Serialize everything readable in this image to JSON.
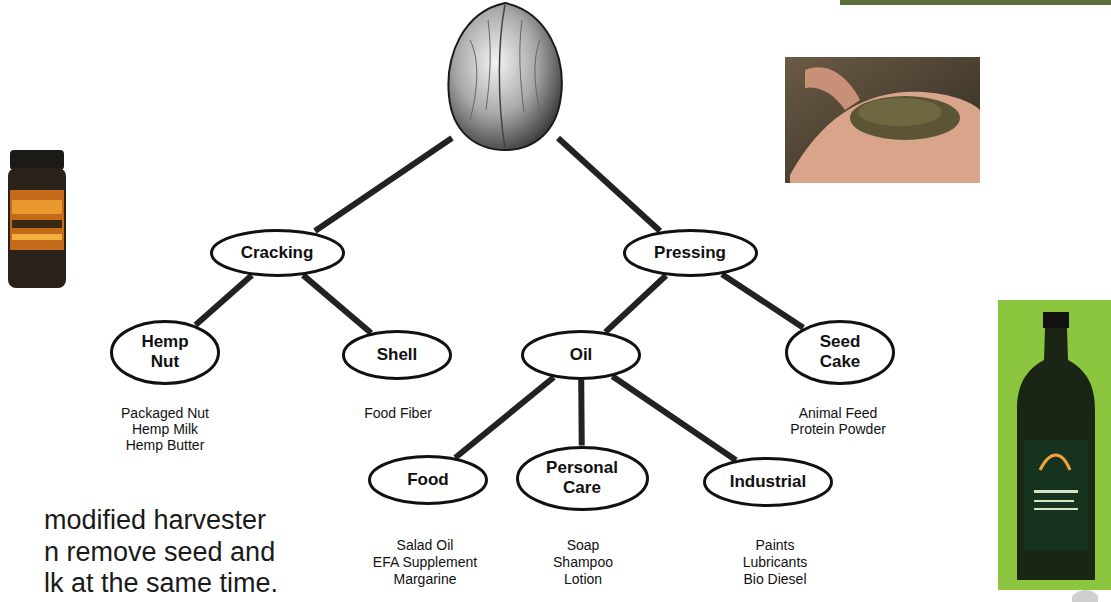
{
  "diagram": {
    "nodes": [
      {
        "text": [
          "Cracking"
        ]
      },
      {
        "text": [
          "Pressing"
        ]
      },
      {
        "text": [
          "Hemp Nut"
        ]
      },
      {
        "text": [
          "Shell"
        ]
      },
      {
        "text": [
          "Oil"
        ]
      },
      {
        "text": [
          "Seed Cake"
        ]
      },
      {
        "text": [
          "Food"
        ]
      },
      {
        "text": [
          "Personal Care"
        ]
      },
      {
        "text": [
          "Industrial"
        ]
      }
    ],
    "edges": [
      {
        "from": 0,
        "to": 2,
        "arrow": "none"
      },
      {
        "from": 0,
        "to": 3,
        "arrow": "none"
      },
      {
        "from": 1,
        "to": 4,
        "arrow": "none"
      },
      {
        "from": 1,
        "to": 5,
        "arrow": "none"
      },
      {
        "from": 4,
        "to": 6,
        "arrow": "none"
      },
      {
        "from": 4,
        "to": 7,
        "arrow": "none"
      },
      {
        "from": 4,
        "to": 8,
        "arrow": "none"
      }
    ],
    "labels": [
      "Packaged Nut",
      "Hemp Milk",
      "Hemp Butter",
      "Food Fiber",
      "Animal Feed",
      "Protein Powder",
      "Salad Oil",
      "EFA Supplement",
      "Margarine",
      "Soap",
      "Shampoo",
      "Lotion",
      "Paints",
      "Lubricants",
      "Bio Diesel",
      "modified harvester",
      "n remove seed and",
      "lk at the same time."
    ]
  }
}
